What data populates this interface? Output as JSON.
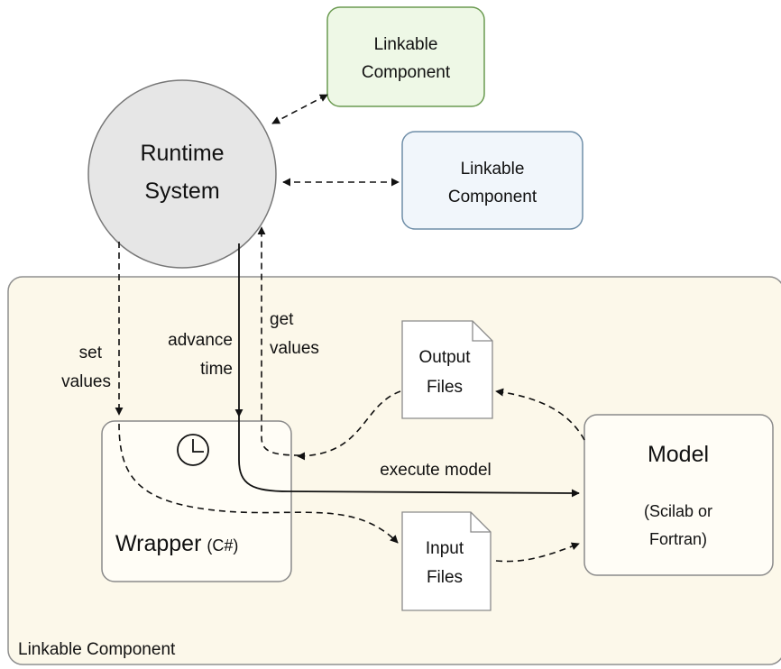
{
  "diagram": {
    "container_label": "Linkable Component",
    "runtime": {
      "line1": "Runtime",
      "line2": "System"
    },
    "linkable_top": {
      "line1": "Linkable",
      "line2": "Component",
      "fill": "#eef8e6",
      "stroke": "#6a9a50"
    },
    "linkable_mid": {
      "line1": "Linkable",
      "line2": "Component",
      "fill": "#f1f6fb",
      "stroke": "#6f8ea8"
    },
    "wrapper": {
      "main": "Wrapper",
      "sub": "(C#)"
    },
    "model": {
      "title": "Model",
      "line1": "(Scilab or",
      "line2": "Fortran)"
    },
    "output_files": {
      "line1": "Output",
      "line2": "Files"
    },
    "input_files": {
      "line1": "Input",
      "line2": "Files"
    },
    "edges": {
      "set_values": {
        "line1": "set",
        "line2": "values"
      },
      "advance_time": {
        "line1": "advance",
        "line2": "time"
      },
      "get_values": {
        "line1": "get",
        "line2": "values"
      },
      "execute_model": "execute model"
    },
    "colors": {
      "container_fill": "#fcf8ea",
      "container_stroke": "#8f8f8f",
      "runtime_fill": "#e6e6e6",
      "box_fill": "#fffdf6"
    }
  }
}
